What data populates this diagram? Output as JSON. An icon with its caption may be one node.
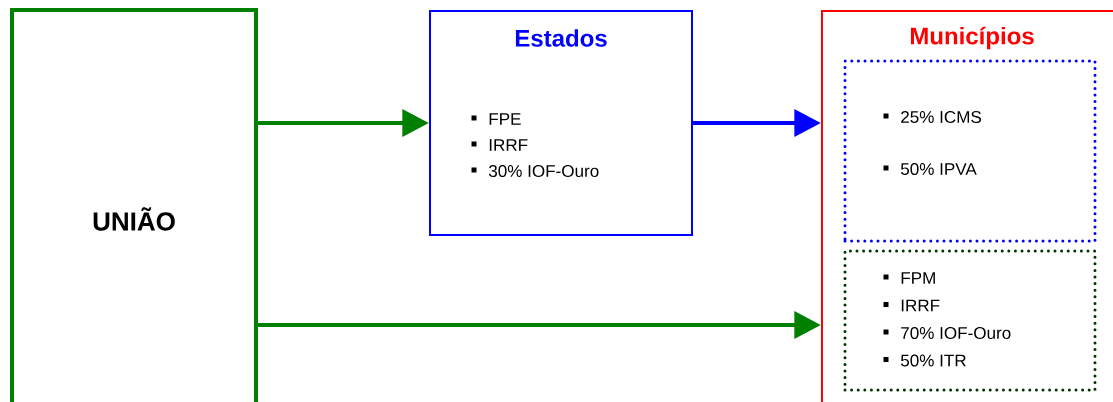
{
  "diagram": {
    "nodes": [
      {
        "text": [
          "UNIÃO"
        ]
      },
      {
        "text": [
          "Estados",
          "FPE",
          "IRRF",
          "30% IOF-Ouro"
        ]
      },
      {
        "text": [
          "Municípios"
        ]
      },
      {
        "text": [
          "25% ICMS",
          "50% IPVA"
        ],
        "in": 2
      },
      {
        "text": [
          "FPM",
          "IRRF",
          "70% IOF-Ouro",
          "50% ITR"
        ],
        "in": 2
      }
    ],
    "edges": [
      {
        "from": 0,
        "to": 1,
        "arrow": "to"
      },
      {
        "from": 1,
        "to": 2,
        "arrow": "to",
        "color": "#0000ff"
      },
      {
        "from": 0,
        "to": 2,
        "arrow": "to"
      }
    ]
  }
}
